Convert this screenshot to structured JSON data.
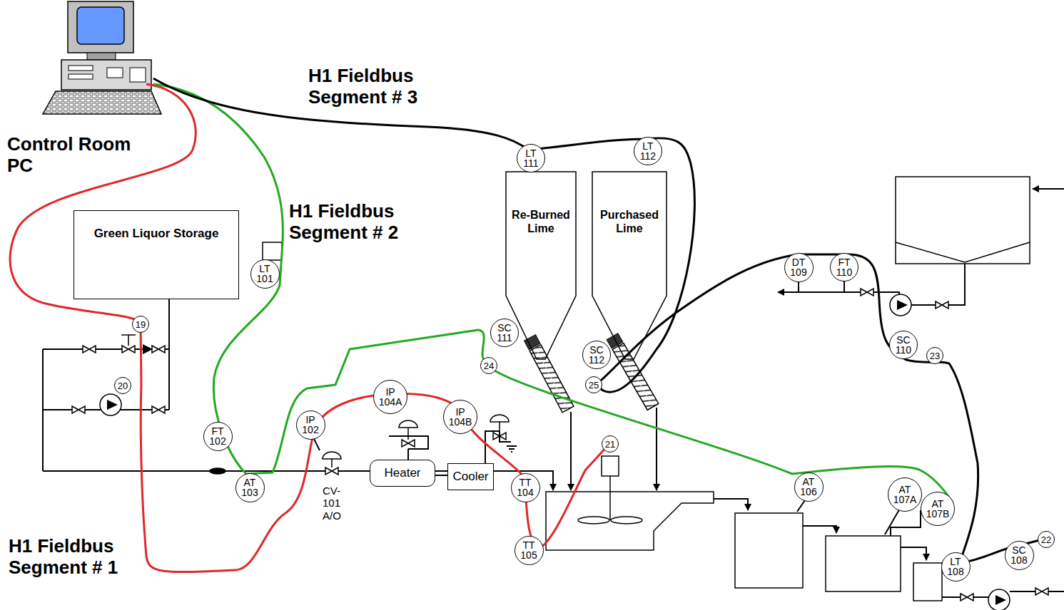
{
  "diagram": {
    "nodes": [
      {
        "text": [
          "LT 111"
        ]
      },
      {
        "text": [
          "LT 112"
        ]
      },
      {
        "text": [
          "Re-Burned Lime"
        ]
      },
      {
        "text": [
          "Purchased Lime"
        ]
      },
      {
        "text": [
          "Green Liquor Storage"
        ]
      },
      {
        "text": [
          "LT 101"
        ]
      },
      {
        "text": [
          "DT 109"
        ]
      },
      {
        "text": [
          "FT 110"
        ]
      },
      {
        "text": [
          "19"
        ]
      },
      {
        "text": [
          "SC 111"
        ]
      },
      {
        "text": [
          "SC 110"
        ]
      },
      {
        "text": [
          "23"
        ]
      },
      {
        "text": [
          "SC 112"
        ]
      },
      {
        "text": [
          "24"
        ]
      },
      {
        "text": [
          "25"
        ]
      },
      {
        "text": [
          "20"
        ]
      },
      {
        "text": [
          "IP 104A"
        ]
      },
      {
        "text": [
          "IP 102"
        ]
      },
      {
        "text": [
          "IP 104B"
        ]
      },
      {
        "text": [
          "FT 102"
        ]
      },
      {
        "text": [
          "21"
        ]
      },
      {
        "text": [
          "Heater"
        ]
      },
      {
        "text": [
          "Cooler"
        ]
      },
      {
        "text": [
          "AT 103"
        ]
      },
      {
        "text": [
          "TT 104"
        ]
      },
      {
        "text": [
          "AT 106"
        ]
      },
      {
        "text": [
          "AT 107A"
        ]
      },
      {
        "text": [
          "AT 107B"
        ]
      },
      {
        "text": [
          "22"
        ]
      },
      {
        "text": [
          "SC 108"
        ]
      },
      {
        "text": [
          "TT 105"
        ]
      },
      {
        "text": [
          "LT 108"
        ]
      }
    ],
    "edges": [
      {
        "from": 21,
        "to": 22,
        "arrow": "none"
      }
    ],
    "labels": [
      "Control Room PC",
      "H1 Fieldbus Segment # 3",
      "H1 Fieldbus Segment # 2",
      "H1 Fieldbus Segment # 1",
      "CV-101 A/O"
    ]
  }
}
